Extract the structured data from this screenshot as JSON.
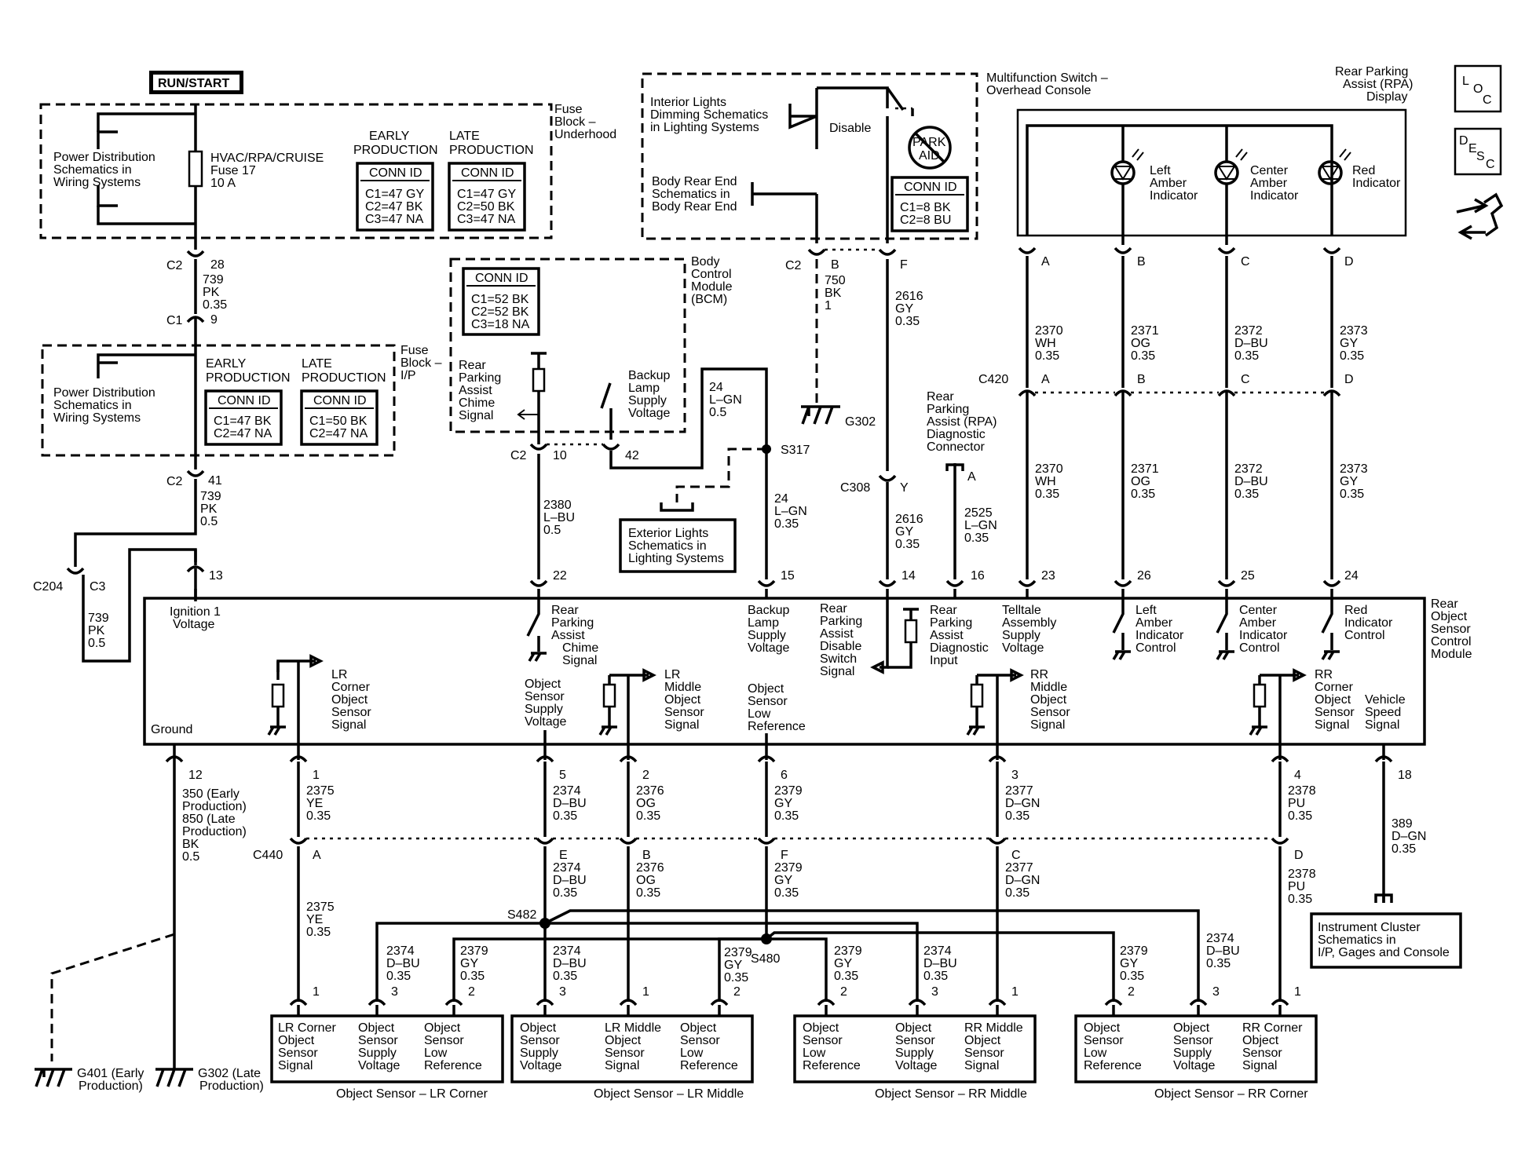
{
  "header": {
    "run_start": "RUN/START",
    "loc": [
      "L",
      "O",
      "C"
    ],
    "desc": [
      "D",
      "E",
      "S",
      "C"
    ]
  },
  "fuse_block_underhood": {
    "title": [
      "Fuse",
      "Block –",
      "Underhood"
    ],
    "power_dist": [
      "Power Distribution",
      "Schematics in",
      "Wiring Systems"
    ],
    "fuse": [
      "HVAC/RPA/CRUISE",
      "Fuse 17",
      "10 A"
    ],
    "early_header": [
      "EARLY",
      "PRODUCTION"
    ],
    "late_header": [
      "LATE",
      "PRODUCTION"
    ],
    "conn_id": "CONN ID",
    "early_conn": [
      "C1=47 GY",
      "C2=47 BK",
      "C3=47 NA"
    ],
    "late_conn": [
      "C1=47 GY",
      "C2=50 BK",
      "C3=47 NA"
    ],
    "c2_label": "C2",
    "pin_28": "28",
    "wire_739_pk_035": [
      "739",
      "PK",
      "0.35"
    ],
    "c1_label": "C1",
    "pin_9": "9"
  },
  "fuse_block_ip": {
    "title": [
      "Fuse",
      "Block –",
      "I/P"
    ],
    "power_dist": [
      "Power Distribution",
      "Schematics in",
      "Wiring Systems"
    ],
    "early_header": [
      "EARLY",
      "PRODUCTION"
    ],
    "late_header": [
      "LATE",
      "PRODUCTION"
    ],
    "conn_id": "CONN ID",
    "early_conn": [
      "C1=47 BK",
      "C2=47 NA"
    ],
    "late_conn": [
      "C1=50 BK",
      "C2=47 NA"
    ],
    "c2_label": "C2",
    "pin_41": "41",
    "wire_739_pk_05": [
      "739",
      "PK",
      "0.5"
    ],
    "c204": "C204",
    "c3": "C3",
    "wire_739_pk_05_b": [
      "739",
      "PK",
      "0.5"
    ]
  },
  "bcm": {
    "title": [
      "Body",
      "Control",
      "Module",
      "(BCM)"
    ],
    "conn_id": "CONN ID",
    "conn": [
      "C1=52 BK",
      "C2=52 BK",
      "C3=18 NA"
    ],
    "chime": [
      "Rear",
      "Parking",
      "Assist",
      "Chime",
      "Signal"
    ],
    "backup": [
      "Backup",
      "Lamp",
      "Supply",
      "Voltage"
    ],
    "c2_label": "C2",
    "pin_10": "10",
    "pin_42": "42",
    "wire_24_lgn_05": [
      "24",
      "L–GN",
      "0.5"
    ],
    "splice_s317": "S317",
    "wire_2380": [
      "2380",
      "L–BU",
      "0.5"
    ],
    "wire_24_lgn_035": [
      "24",
      "L–GN",
      "0.35"
    ],
    "exterior_lights": [
      "Exterior Lights",
      "Schematics in",
      "Lighting Systems"
    ]
  },
  "overhead": {
    "title": [
      "Multifunction Switch –",
      "Overhead Console"
    ],
    "interior": [
      "Interior Lights",
      "Dimming Schematics",
      "in Lighting Systems"
    ],
    "body_rear": [
      "Body Rear End",
      "Schematics in",
      "Body Rear End"
    ],
    "disable": "Disable",
    "park_aid": [
      "PARK",
      "AID"
    ],
    "conn_id": "CONN ID",
    "conn": [
      "C1=8 BK",
      "C2=8 BU"
    ],
    "c2_label": "C2",
    "pin_b": "B",
    "pin_f": "F",
    "wire_750": [
      "750",
      "BK",
      "1"
    ],
    "wire_2616_a": [
      "2616",
      "GY",
      "0.35"
    ],
    "g302": "G302",
    "c308": "C308",
    "pin_y": "Y",
    "wire_2616_b": [
      "2616",
      "GY",
      "0.35"
    ]
  },
  "rpa_connector": {
    "title": [
      "Rear",
      "Parking",
      "Assist (RPA)",
      "Diagnostic",
      "Connector"
    ],
    "pin_a": "A",
    "wire_2525": [
      "2525",
      "L–GN",
      "0.35"
    ]
  },
  "rpa_display": {
    "title": [
      "Rear Parking",
      "Assist (RPA)",
      "Display"
    ],
    "left": [
      "Left",
      "Amber",
      "Indicator"
    ],
    "center": [
      "Center",
      "Amber",
      "Indicator"
    ],
    "red": [
      "Red",
      "Indicator"
    ],
    "pins": [
      "A",
      "B",
      "C",
      "D"
    ],
    "c420": "C420",
    "wires_top": [
      [
        "2370",
        "WH",
        "0.35"
      ],
      [
        "2371",
        "OG",
        "0.35"
      ],
      [
        "2372",
        "D–BU",
        "0.35"
      ],
      [
        "2373",
        "GY",
        "0.35"
      ]
    ],
    "wires_bottom": [
      [
        "2370",
        "WH",
        "0.35"
      ],
      [
        "2371",
        "OG",
        "0.35"
      ],
      [
        "2372",
        "D–BU",
        "0.35"
      ],
      [
        "2373",
        "GY",
        "0.35"
      ]
    ]
  },
  "module": {
    "title": [
      "Rear",
      "Object",
      "Sensor",
      "Control",
      "Module"
    ],
    "top_pins": [
      "13",
      "22",
      "15",
      "14",
      "16",
      "23",
      "26",
      "25",
      "24"
    ],
    "ignition": [
      "Ignition 1",
      "Voltage"
    ],
    "chime": [
      "Rear",
      "Parking",
      "Assist",
      "Chime",
      "Signal"
    ],
    "backup": [
      "Backup",
      "Lamp",
      "Supply",
      "Voltage"
    ],
    "disable": [
      "Rear",
      "Parking",
      "Assist",
      "Disable",
      "Switch",
      "Signal"
    ],
    "diag": [
      "Rear",
      "Parking",
      "Assist",
      "Diagnostic",
      "Input"
    ],
    "telltale": [
      "Telltale",
      "Assembly",
      "Supply",
      "Voltage"
    ],
    "left_ctrl": [
      "Left",
      "Amber",
      "Indicator",
      "Control"
    ],
    "center_ctrl": [
      "Center",
      "Amber",
      "Indicator",
      "Control"
    ],
    "red_ctrl": [
      "Red",
      "Indicator",
      "Control"
    ],
    "lr_corner": [
      "LR",
      "Corner",
      "Object",
      "Sensor",
      "Signal"
    ],
    "obj_supply": [
      "Object",
      "Sensor",
      "Supply",
      "Voltage"
    ],
    "lr_middle": [
      "LR",
      "Middle",
      "Object",
      "Sensor",
      "Signal"
    ],
    "obj_low": [
      "Object",
      "Sensor",
      "Low",
      "Reference"
    ],
    "rr_middle": [
      "RR",
      "Middle",
      "Object",
      "Sensor",
      "Signal"
    ],
    "rr_corner": [
      "RR",
      "Corner",
      "Object",
      "Sensor",
      "Signal"
    ],
    "vss": [
      "Vehicle",
      "Speed",
      "Signal"
    ],
    "ground": "Ground",
    "bottom_pins": [
      "12",
      "1",
      "5",
      "2",
      "6",
      "3",
      "4",
      "18"
    ]
  },
  "harness": {
    "ground_wire": [
      "350 (Early",
      "Production)",
      "850 (Late",
      "Production)",
      "BK",
      "0.5"
    ],
    "w2375_a": [
      "2375",
      "YE",
      "0.35"
    ],
    "w2374_a": [
      "2374",
      "D–BU",
      "0.35"
    ],
    "w2376_a": [
      "2376",
      "OG",
      "0.35"
    ],
    "w2379_a": [
      "2379",
      "GY",
      "0.35"
    ],
    "w2377_a": [
      "2377",
      "D–GN",
      "0.35"
    ],
    "w2378_a": [
      "2378",
      "PU",
      "0.35"
    ],
    "w389": [
      "389",
      "D–GN",
      "0.35"
    ],
    "c440": "C440",
    "c440_pins": [
      "A",
      "E",
      "B",
      "F",
      "C",
      "D"
    ],
    "w2375_b": [
      "2375",
      "YE",
      "0.35"
    ],
    "w2374_b": [
      "2374",
      "D–BU",
      "0.35"
    ],
    "w2376_b": [
      "2376",
      "OG",
      "0.35"
    ],
    "w2379_b": [
      "2379",
      "GY",
      "0.35"
    ],
    "w2377_b": [
      "2377",
      "D–GN",
      "0.35"
    ],
    "w2378_b": [
      "2378",
      "PU",
      "0.35"
    ],
    "s482": "S482",
    "s480": "S480",
    "instrument": [
      "Instrument Cluster",
      "Schematics in",
      "I/P, Gages and Console"
    ],
    "w_lrc_2374": [
      "2374",
      "D–BU",
      "0.35"
    ],
    "w_lrc_2379": [
      "2379",
      "GY",
      "0.35"
    ],
    "w_lrm_2374": [
      "2374",
      "D–BU",
      "0.35"
    ],
    "w_lrm_2379": [
      "2379",
      "GY",
      "0.35"
    ],
    "w_rrm_2379": [
      "2379",
      "GY",
      "0.35"
    ],
    "w_rrm_2374": [
      "2374",
      "D–BU",
      "0.35"
    ],
    "w_rrc_2379": [
      "2379",
      "GY",
      "0.35"
    ],
    "w_rrc_2374": [
      "2374",
      "D–BU",
      "0.35"
    ],
    "g401": [
      "G401 (Early",
      "Production)"
    ],
    "g302": [
      "G302 (Late",
      "Production)"
    ]
  },
  "sensors": [
    {
      "caption": "Object Sensor – LR Corner",
      "pins": [
        "1",
        "3",
        "2"
      ],
      "labels": [
        [
          "LR Corner",
          "Object",
          "Sensor",
          "Signal"
        ],
        [
          "Object",
          "Sensor",
          "Supply",
          "Voltage"
        ],
        [
          "Object",
          "Sensor",
          "Low",
          "Reference"
        ]
      ]
    },
    {
      "caption": "Object Sensor – LR Middle",
      "pins": [
        "3",
        "1",
        "2"
      ],
      "labels": [
        [
          "Object",
          "Sensor",
          "Supply",
          "Voltage"
        ],
        [
          "LR Middle",
          "Object",
          "Sensor",
          "Signal"
        ],
        [
          "Object",
          "Sensor",
          "Low",
          "Reference"
        ]
      ]
    },
    {
      "caption": "Object Sensor – RR Middle",
      "pins": [
        "2",
        "3",
        "1"
      ],
      "labels": [
        [
          "Object",
          "Sensor",
          "Low",
          "Reference"
        ],
        [
          "Object",
          "Sensor",
          "Supply",
          "Voltage"
        ],
        [
          "RR Middle",
          "Object",
          "Sensor",
          "Signal"
        ]
      ]
    },
    {
      "caption": "Object Sensor – RR Corner",
      "pins": [
        "2",
        "3",
        "1"
      ],
      "labels": [
        [
          "Object",
          "Sensor",
          "Low",
          "Reference"
        ],
        [
          "Object",
          "Sensor",
          "Supply",
          "Voltage"
        ],
        [
          "RR Corner",
          "Object",
          "Sensor",
          "Signal"
        ]
      ]
    }
  ]
}
